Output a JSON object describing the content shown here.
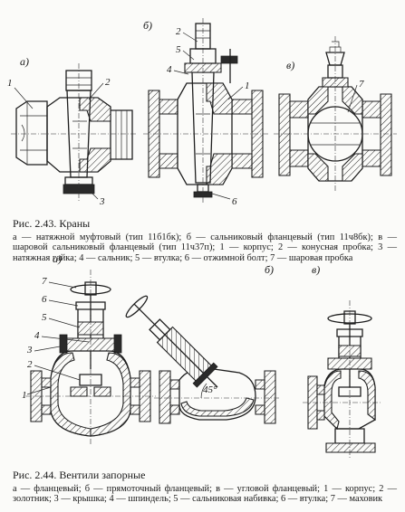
{
  "figure1": {
    "panels": [
      "а)",
      "б)",
      "в)"
    ],
    "labels": [
      "1",
      "2",
      "3",
      "2",
      "5",
      "4",
      "1",
      "6",
      "7"
    ],
    "caption_title": "Рис. 2.43. Краны",
    "caption_text": "а — натяжной муфтовый (тип 11б1бк); б — сальниковый фланцевый (тип 11ч8бк); в — шаровой сальниковый фланцевый (тип 11ч37п); 1 — корпус; 2 — конусная пробка; 3 — натяжная гайка; 4 — сальник; 5 — втулка; 6 — отжимной болт; 7 — шаровая пробка"
  },
  "figure2": {
    "panels": [
      "а)",
      "б)",
      "в)"
    ],
    "labels": [
      "7",
      "6",
      "5",
      "4",
      "3",
      "2",
      "1",
      "45°"
    ],
    "caption_title": "Рис. 2.44. Вентили запорные",
    "caption_text": "а — фланцевый; б — прямоточный фланцевый; в — угловой фланцевый; 1 — корпус; 2 — золотник; 3 — крышка; 4 — шпиндель; 5 — сальниковая набивка; 6 — втулка; 7 — маховик"
  }
}
